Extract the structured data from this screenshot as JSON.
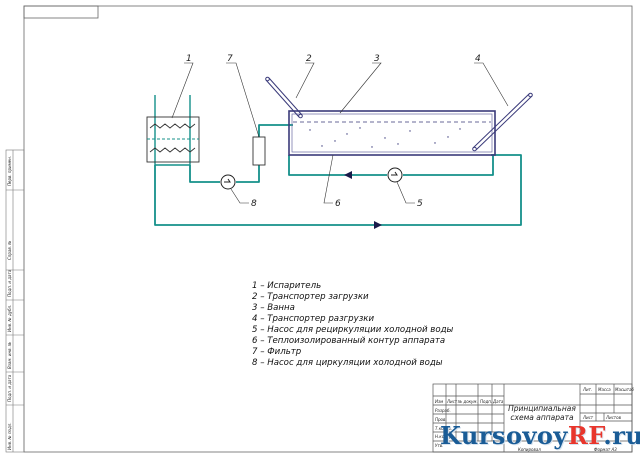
{
  "labels": [
    "1",
    "2",
    "3",
    "4",
    "5",
    "6",
    "7",
    "8"
  ],
  "legend": [
    "1 – Испаритель",
    "2 – Транспортер загрузки",
    "3 – Ванна",
    "4 – Транспортер разгрузки",
    "5 – Насос для рециркуляции холодной воды",
    "6 – Теплоизолированный контур аппарата",
    "7 – Фильтр",
    "8 – Насос для циркуляции холодной воды"
  ],
  "title_block": {
    "title": "Принципиальная схема аппарата",
    "col_headers": [
      "Изм",
      "Лист",
      "№ докум.",
      "Подп.",
      "Дата"
    ],
    "row_labels": [
      "Разраб.",
      "Пров.",
      "Т.контр.",
      "Н.контр.",
      "Утв."
    ],
    "sheet_headers": [
      "Лит.",
      "Масса",
      "Масштаб"
    ],
    "sheet_row": [
      "Лист",
      "Листов"
    ],
    "footer_left": "Копировал",
    "footer_right": "Формат  А3"
  },
  "side_stamp": [
    "Инв. № подл.",
    "Подп. и дата",
    "Взам. инв. №",
    "Инв. № дубл.",
    "Подп. и дата",
    "Справ. №",
    "Перв. примен."
  ],
  "watermark": {
    "main": "Kursovoy",
    "accent": "RF",
    "suffix": ".ru"
  },
  "colors": {
    "pipe": "#14908a",
    "frame": "#555555",
    "text": "#222222",
    "vessel": "#3a3a7a"
  }
}
